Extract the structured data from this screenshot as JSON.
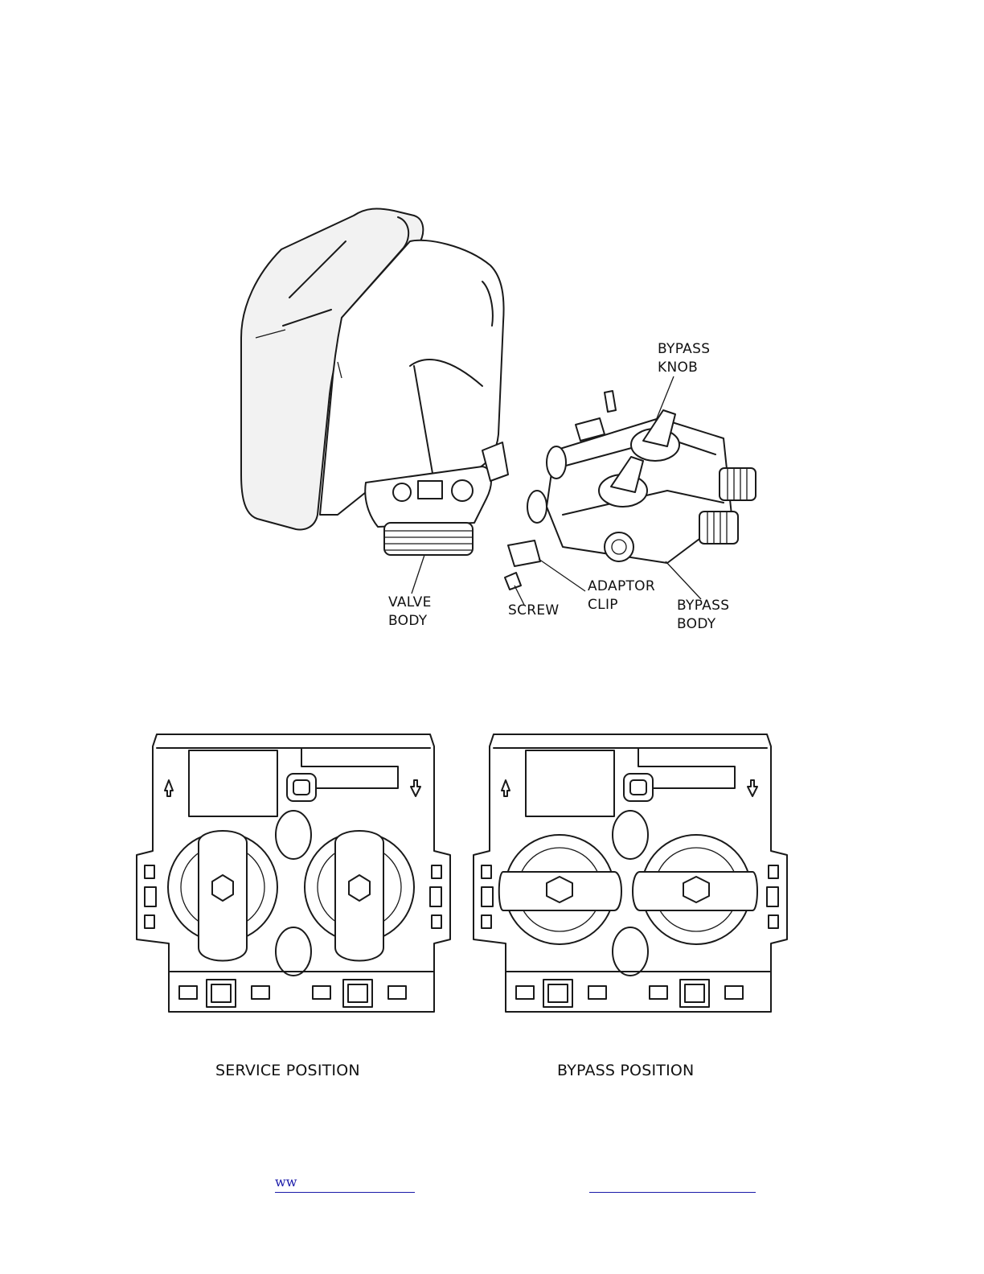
{
  "labels": {
    "bypass_knob": [
      "BYPASS",
      "KNOB"
    ],
    "valve_body": [
      "VALVE",
      "BODY"
    ],
    "screw": "SCREW",
    "adaptor_clip": [
      "ADAPTOR",
      "CLIP"
    ],
    "bypass_body": [
      "BYPASS",
      "BODY"
    ]
  },
  "captions": {
    "service": "SERVICE POSITION",
    "bypass": "BYPASS POSITION"
  },
  "footer": {
    "link_left": "ww",
    "link_right": ""
  }
}
